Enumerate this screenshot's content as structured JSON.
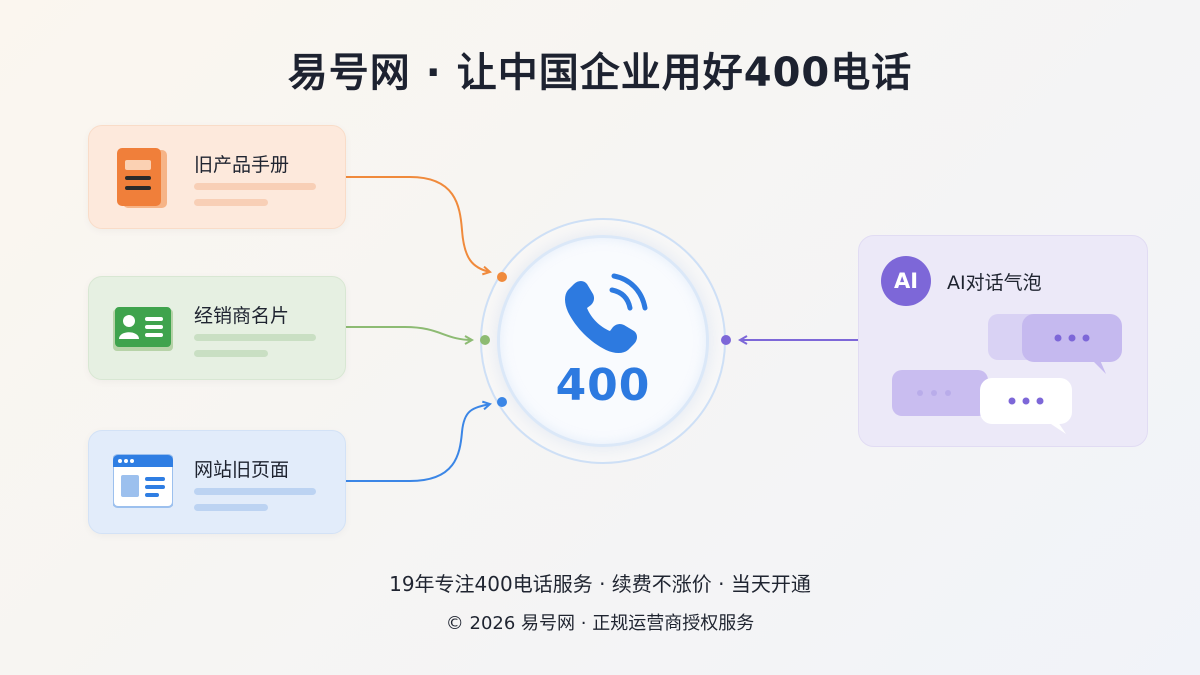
{
  "title": "易号网 · 让中国企业用好400电话",
  "sources": [
    {
      "label": "旧产品手册",
      "icon": "manual-book-icon",
      "color": "#f08a3c"
    },
    {
      "label": "经销商名片",
      "icon": "business-card-icon",
      "color": "#8dbb73"
    },
    {
      "label": "网站旧页面",
      "icon": "webpage-icon",
      "color": "#3b86e6"
    }
  ],
  "hub": {
    "number": "400",
    "icon": "phone-ringing-icon",
    "color": "#2d7ae0"
  },
  "ai": {
    "badge": "AI",
    "label": "AI对话气泡",
    "icon": "chat-bubbles-icon",
    "color": "#7d67d8"
  },
  "tagline": "19年专注400电话服务 · 续费不涨价 · 当天开通",
  "footer": "© 2026 易号网 · 正规运营商授权服务"
}
